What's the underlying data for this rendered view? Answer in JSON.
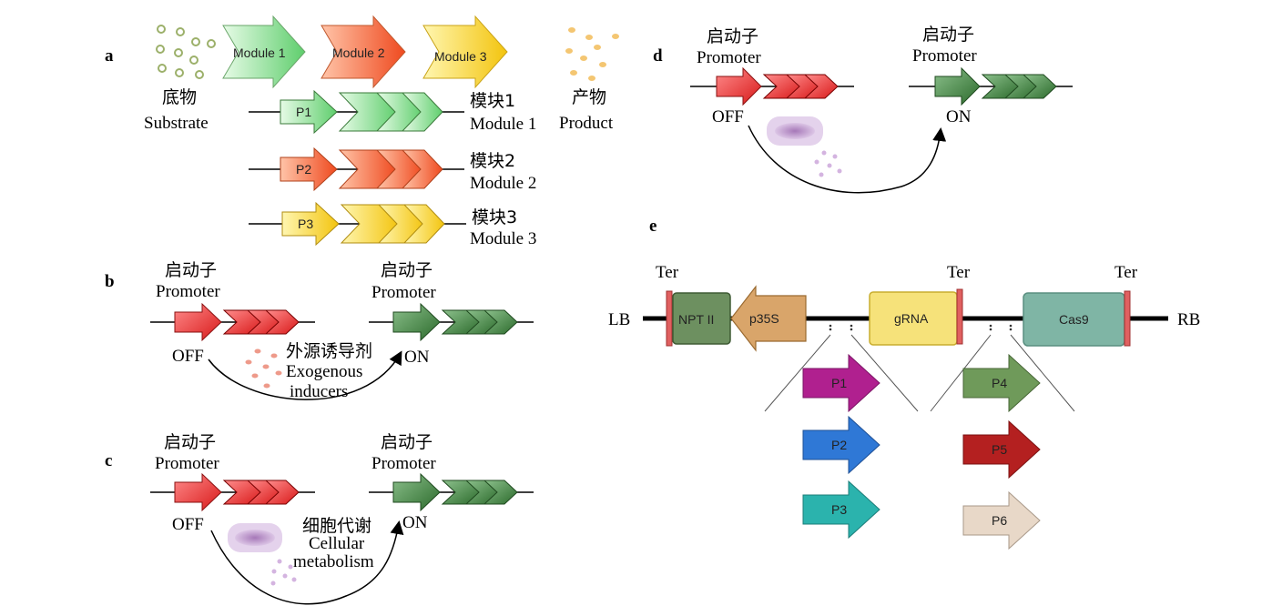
{
  "panels": {
    "a": {
      "label": "a",
      "substrate_cn": "底物",
      "substrate_en": "Substrate",
      "product_cn": "产物",
      "product_en": "Product",
      "flow_modules": [
        "Module 1",
        "Module 2",
        "Module 3"
      ],
      "constructs": [
        {
          "promoter": "P1",
          "name_cn": "模块1",
          "name_en": "Module 1",
          "color": "#7fd98a"
        },
        {
          "promoter": "P2",
          "name_cn": "模块2",
          "name_en": "Module 2",
          "color": "#f2663a"
        },
        {
          "promoter": "P3",
          "name_cn": "模块3",
          "name_en": "Module 3",
          "color": "#f5d21e"
        }
      ]
    },
    "b": {
      "label": "b",
      "promoter_cn": "启动子",
      "promoter_en": "Promoter",
      "off": "OFF",
      "on": "ON",
      "inducer_cn": "外源诱导剂",
      "inducer_en1": "Exogenous",
      "inducer_en2": "inducers"
    },
    "c": {
      "label": "c",
      "promoter_cn": "启动子",
      "promoter_en": "Promoter",
      "off": "OFF",
      "on": "ON",
      "metab_cn": "细胞代谢",
      "metab_en1": "Cellular",
      "metab_en2": "metabolism"
    },
    "d": {
      "label": "d",
      "promoter_cn": "启动子",
      "promoter_en": "Promoter",
      "off": "OFF",
      "on": "ON"
    },
    "e": {
      "label": "e",
      "lb": "LB",
      "rb": "RB",
      "ter": "Ter",
      "nptii": "NPT II",
      "p35s": "p35S",
      "grna": "gRNA",
      "cas9": "Cas9",
      "promoters_left": [
        {
          "label": "P1",
          "color": "#b0208f"
        },
        {
          "label": "P2",
          "color": "#2f78d6"
        },
        {
          "label": "P3",
          "color": "#2bb3ad"
        }
      ],
      "promoters_right": [
        {
          "label": "P4",
          "color": "#6f9a5a"
        },
        {
          "label": "P5",
          "color": "#b42020"
        },
        {
          "label": "P6",
          "color": "#e8d8c8"
        }
      ]
    }
  },
  "colors": {
    "off_red": "#e53030",
    "on_green": "#3f7a3f",
    "npt_green": "#6d9060",
    "p35s_tan": "#d9a56a",
    "grna_yellow": "#f6e27a",
    "cas9_teal": "#7fb5a5",
    "ter_red": "#e06060"
  }
}
